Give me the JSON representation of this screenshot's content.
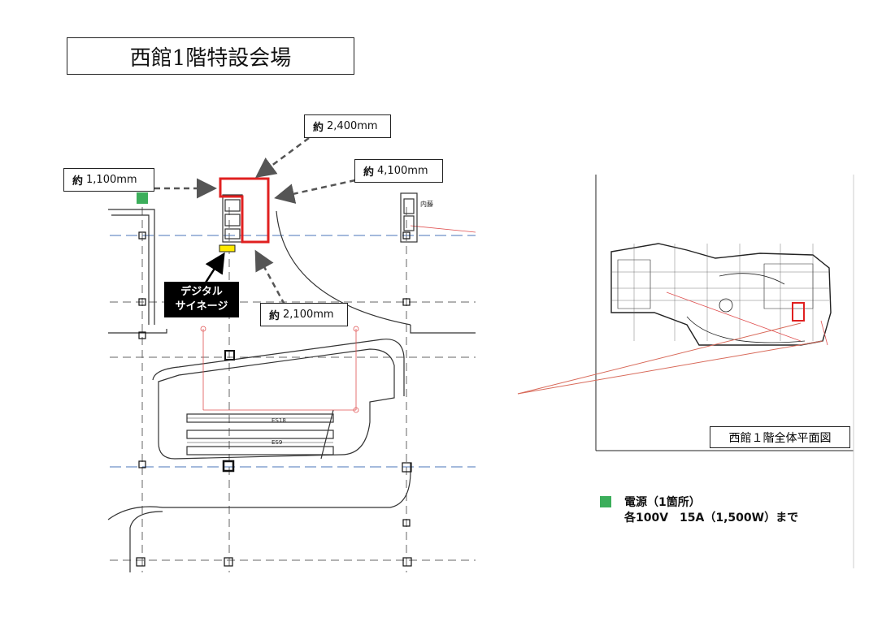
{
  "title": "西館1階特設会場",
  "dimensions": {
    "top": {
      "prefix": "約",
      "value": "2,400mm"
    },
    "left": {
      "prefix": "約",
      "value": "1,100mm"
    },
    "right": {
      "prefix": "約",
      "value": "4,100mm"
    },
    "bottom": {
      "prefix": "約",
      "value": "2,100mm"
    }
  },
  "signage": {
    "line1": "デジタル",
    "line2": "サイネージ"
  },
  "floorplan_labels": {
    "inner_label": "内藤",
    "escalator_1": "ES18",
    "escalator_2": "ES9"
  },
  "overview_caption": "西館１階全体平面図",
  "legend": {
    "line1": "電源（1箇所）",
    "line2": "各100V　15A（1,500W）まで"
  },
  "colors": {
    "highlight": "#e02020",
    "power": "#3cae5b",
    "signage_marker": "#ffea00",
    "grid_blue": "#4a74b8"
  }
}
